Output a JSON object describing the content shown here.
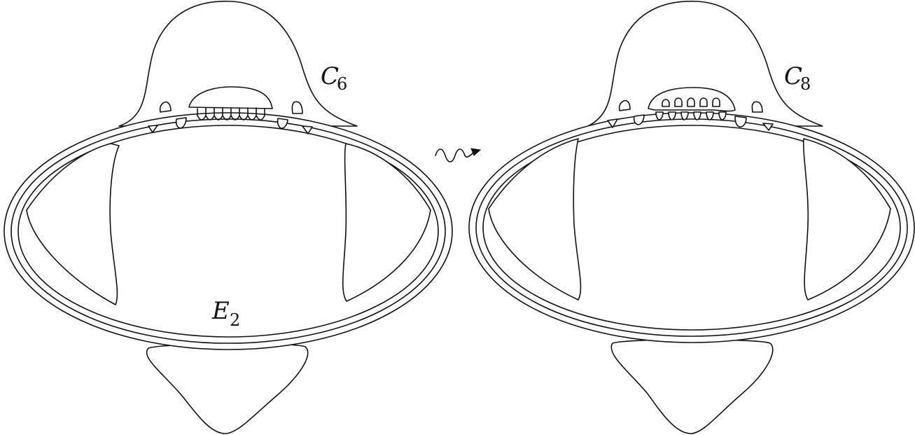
{
  "figure": {
    "left_label": {
      "main": "C",
      "sub": "6"
    },
    "right_label": {
      "main": "C",
      "sub": "8"
    },
    "bottom_label": {
      "main": "E",
      "sub": "2"
    },
    "transition_icon": "squiggle-arrow-icon",
    "stroke_color": "#111111",
    "background_color": "#ffffff"
  }
}
